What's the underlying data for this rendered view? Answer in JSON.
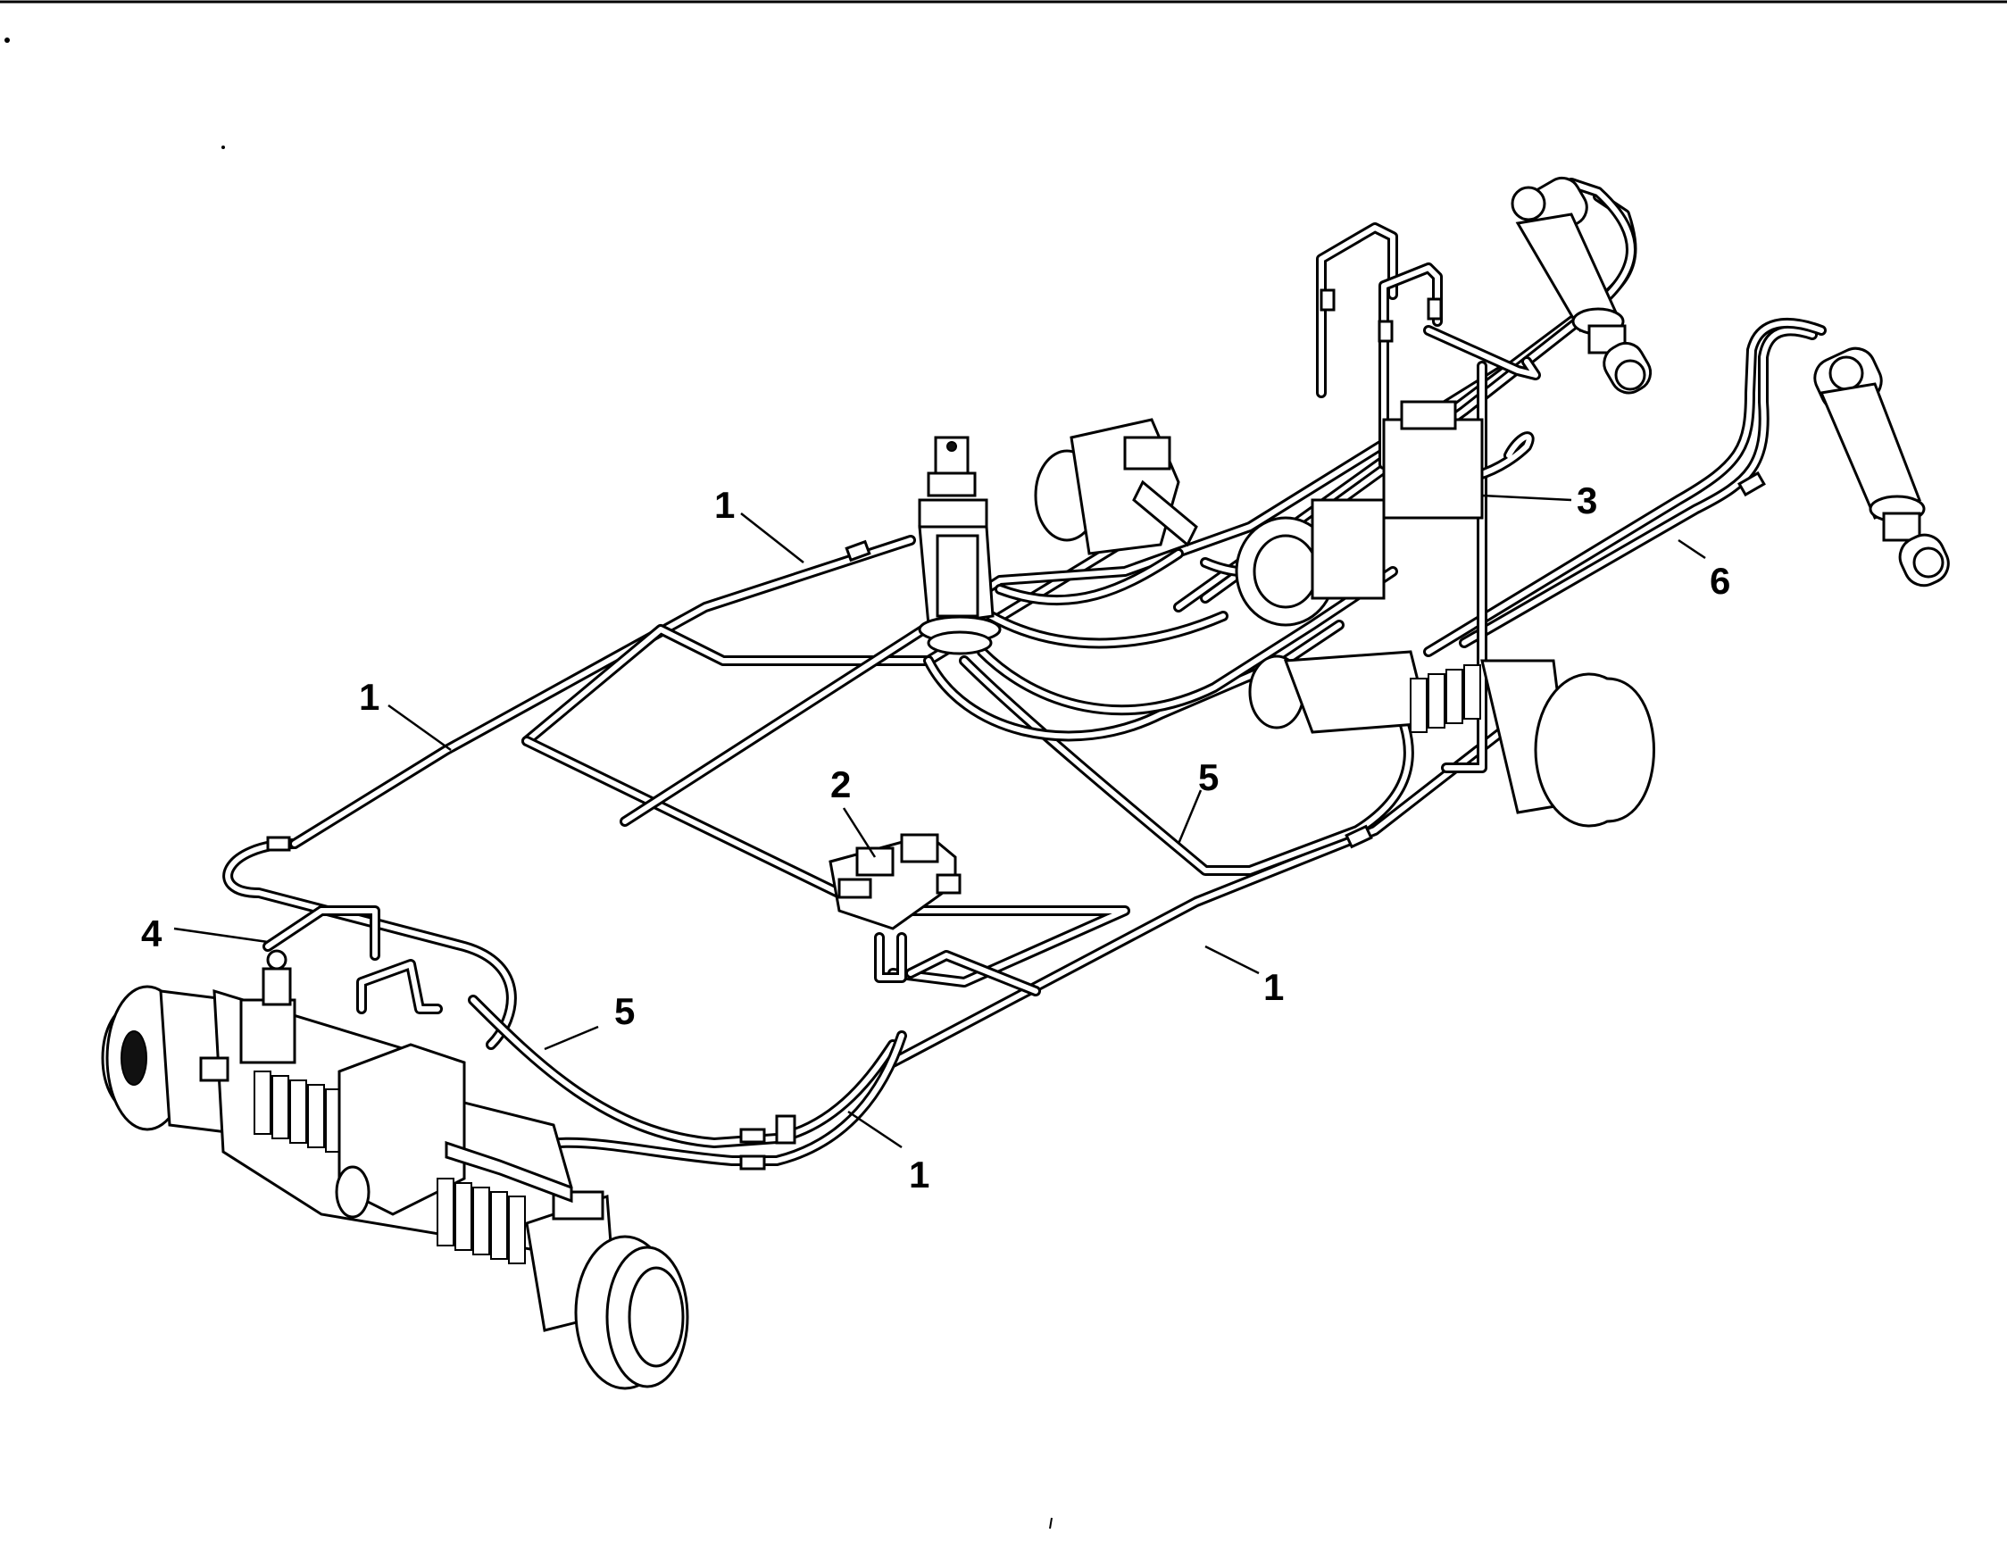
{
  "colors": {
    "ink": "#000000",
    "paper": "#ffffff"
  },
  "callouts": {
    "c1_upper": "1",
    "c1_left": "1",
    "c1_right": "1",
    "c1_bottom": "1",
    "c2": "2",
    "c3": "3",
    "c4": "4",
    "c5_center": "5",
    "c5_left": "5",
    "c6": "6"
  }
}
